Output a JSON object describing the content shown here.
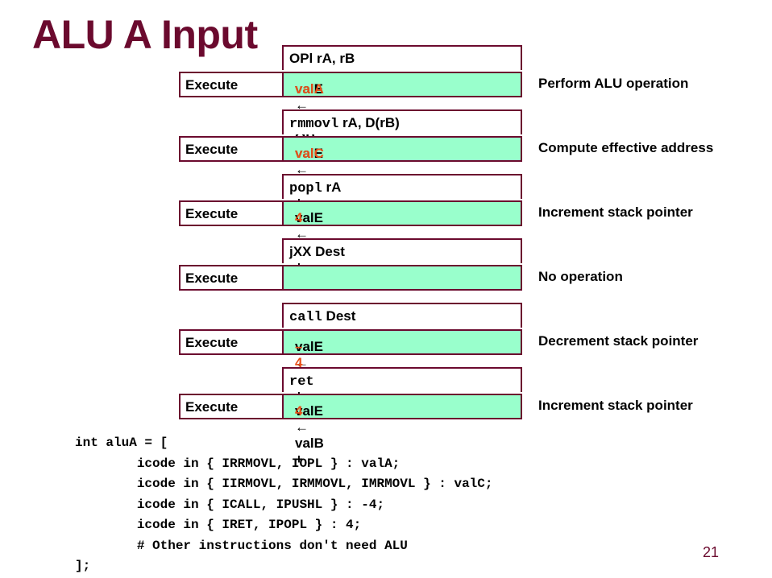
{
  "title": "ALU A Input",
  "blocks": [
    {
      "header_plain": "OPl rA, rB",
      "header_mono": "",
      "header_rest": "",
      "stage_label": "Execute",
      "expr_base": "valE ← valB OP ",
      "expr_red": "valA",
      "description": "Perform ALU operation"
    },
    {
      "header_plain": "",
      "header_mono": "rmmovl",
      "header_rest": " rA, D(rB)",
      "stage_label": "Execute",
      "expr_base": "valE ← valB + ",
      "expr_red": "valC",
      "description": "Compute effective address"
    },
    {
      "header_plain": "",
      "header_mono": "popl",
      "header_rest": " rA",
      "stage_label": "Execute",
      "expr_base": "valE ← valB + ",
      "expr_red": "4",
      "description": "Increment stack pointer"
    },
    {
      "header_plain": "jXX Dest",
      "header_mono": "",
      "header_rest": "",
      "stage_label": "Execute",
      "expr_base": "",
      "expr_red": "",
      "description": "No operation"
    },
    {
      "header_plain": "",
      "header_mono": "call",
      "header_rest": " Dest",
      "stage_label": "Execute",
      "expr_base": "valE ← valB + ",
      "expr_red": "–4",
      "description": "Decrement stack pointer"
    },
    {
      "header_plain": "",
      "header_mono": "ret",
      "header_rest": "",
      "stage_label": "Execute",
      "expr_base": "valE ← valB + ",
      "expr_red": "4",
      "description": "Increment stack pointer"
    }
  ],
  "code_lines": [
    "int aluA = [",
    "        icode in { IRRMOVL, IOPL } : valA;",
    "        icode in { IIRMOVL, IRMMOVL, IMRMOVL } : valC;",
    "        icode in { ICALL, IPUSHL } : -4;",
    "        icode in { IRET, IPOPL } : 4;",
    "        # Other instructions don't need ALU",
    "];"
  ],
  "page_number": "21"
}
